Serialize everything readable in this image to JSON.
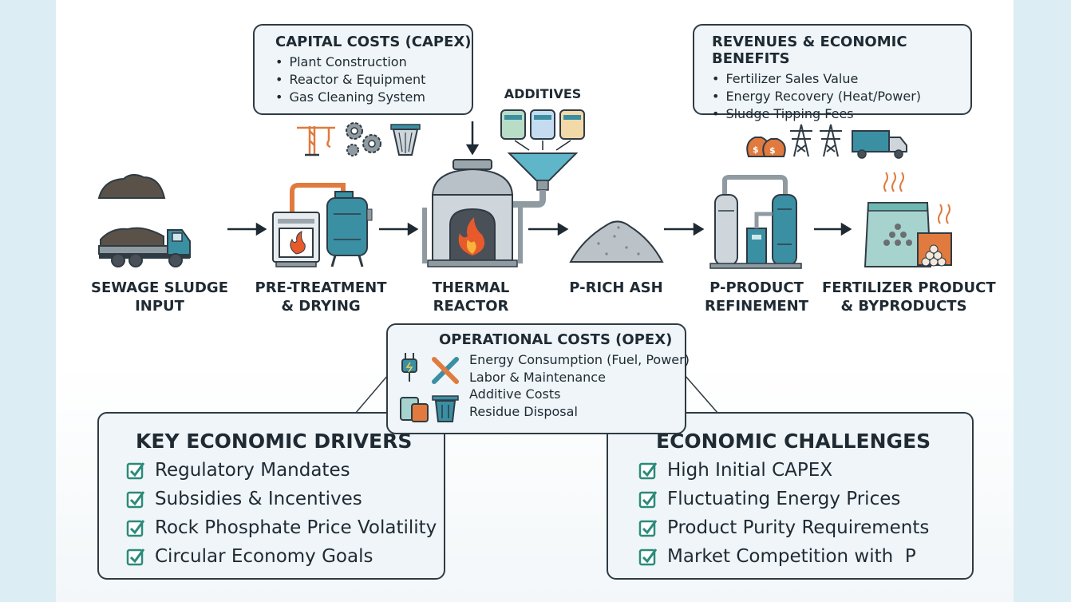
{
  "capex": {
    "title": "CAPITAL COSTS (CAPEX)",
    "items": [
      "Plant Construction",
      "Reactor & Equipment",
      "Gas Cleaning System"
    ]
  },
  "revenues": {
    "title": "REVENUES & ECONOMIC BENEFITS",
    "items": [
      "Fertilizer Sales Value",
      "Energy Recovery (Heat/Power)",
      "Sludge Tipping Fees"
    ]
  },
  "additives_label": "ADDITIVES",
  "stages": [
    {
      "line1": "SEWAGE SLUDGE",
      "line2": "INPUT"
    },
    {
      "line1": "PRE-TREATMENT",
      "line2": "& DRYING"
    },
    {
      "line1": "THERMAL",
      "line2": "REACTOR"
    },
    {
      "line1": "P-RICH ASH",
      "line2": ""
    },
    {
      "line1": "P-PRODUCT",
      "line2": "REFINEMENT"
    },
    {
      "line1": "FERTILIZER PRODUCT",
      "line2": "& BYPRODUCTS"
    }
  ],
  "opex": {
    "title": "OPERATIONAL COSTS (OPEX)",
    "items": [
      "Energy Consumption (Fuel, Power)",
      "Labor & Maintenance",
      "Additive Costs",
      "Residue Disposal"
    ]
  },
  "drivers": {
    "title": "KEY ECONOMIC DRIVERS",
    "items": [
      "Regulatory Mandates",
      "Subsidies & Incentives",
      "Rock Phosphate Price Volatility",
      "Circular Economy Goals"
    ]
  },
  "challenges": {
    "title": "ECONOMIC CHALLENGES",
    "items": [
      "High Initial CAPEX",
      "Fluctuating Energy Prices",
      "Product Purity Requirements",
      "Market Competition with  P"
    ]
  },
  "colors": {
    "teal": "#3a8fa3",
    "orange": "#e07a3e",
    "check_green": "#2c8a7a",
    "outline": "#2f3b44",
    "box_fill": "#eff5f8"
  }
}
